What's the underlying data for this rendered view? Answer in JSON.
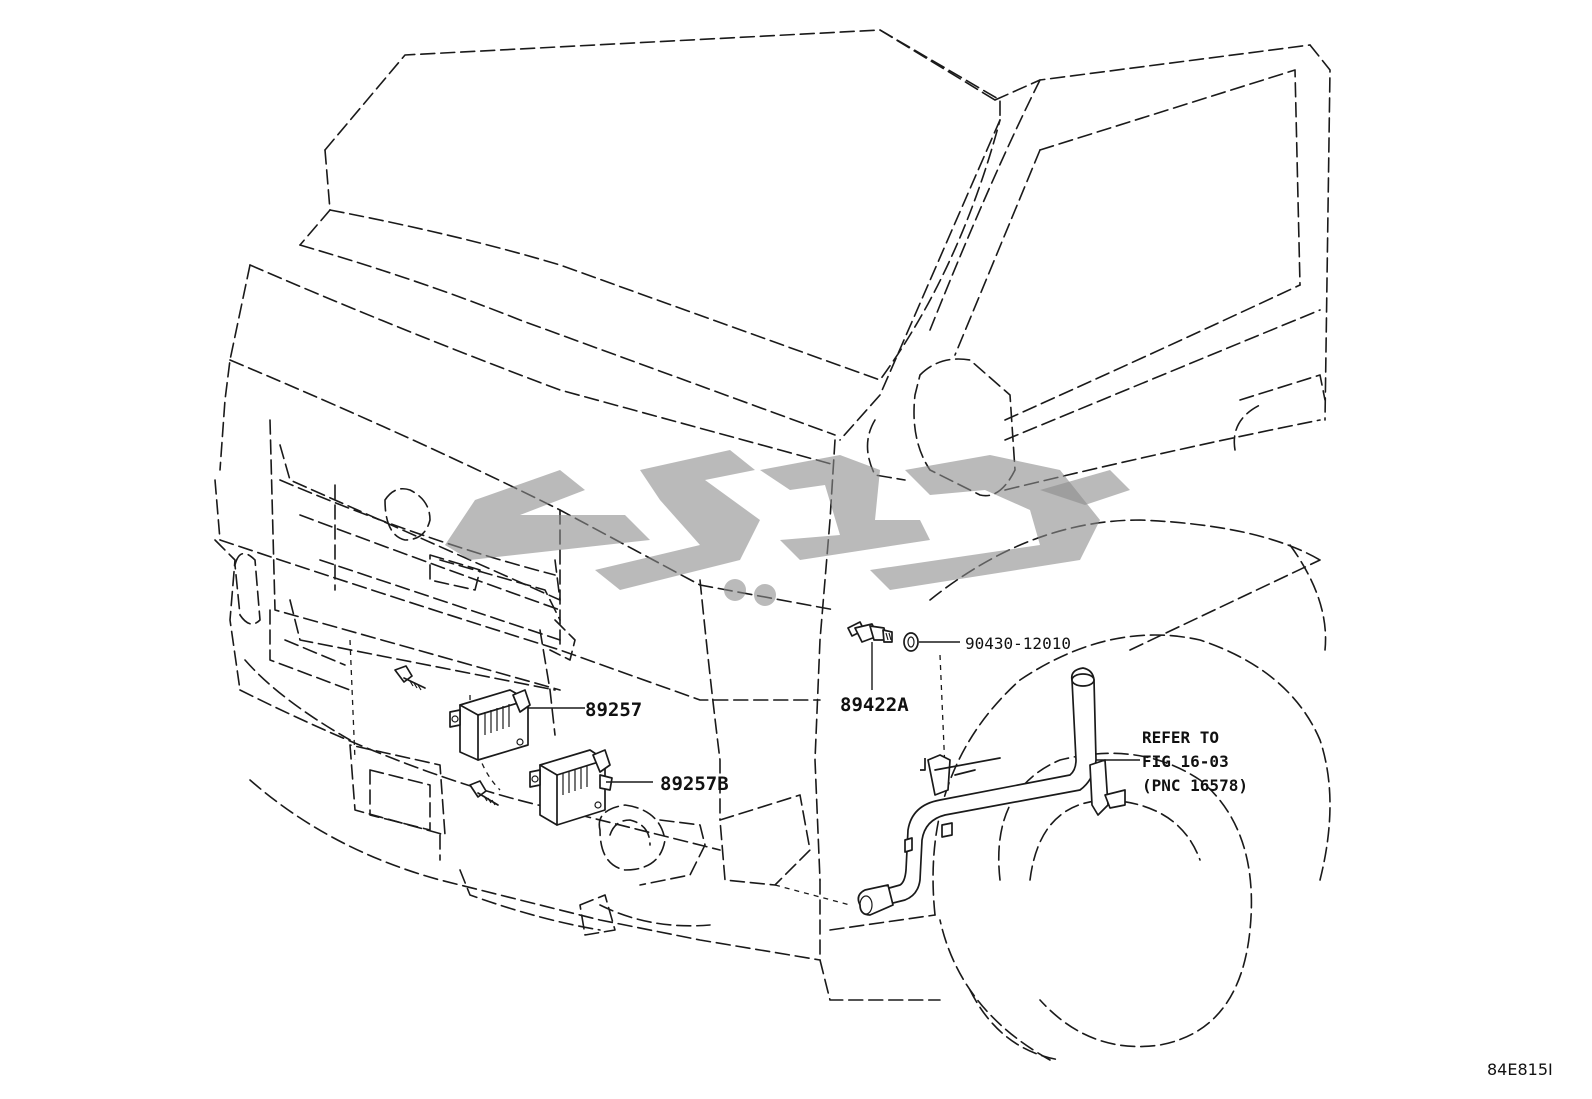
{
  "diagram": {
    "part_labels": {
      "p89257": "89257",
      "p89257b": "89257B",
      "p89422a": "89422A",
      "p90430": "90430-12010"
    },
    "reference": {
      "line1": "REFER TO",
      "line2": "FIG 16-03",
      "line3": "(PNC 16578)"
    },
    "illustration_code": "84E815I",
    "watermark_color": "#8c8c8c"
  }
}
